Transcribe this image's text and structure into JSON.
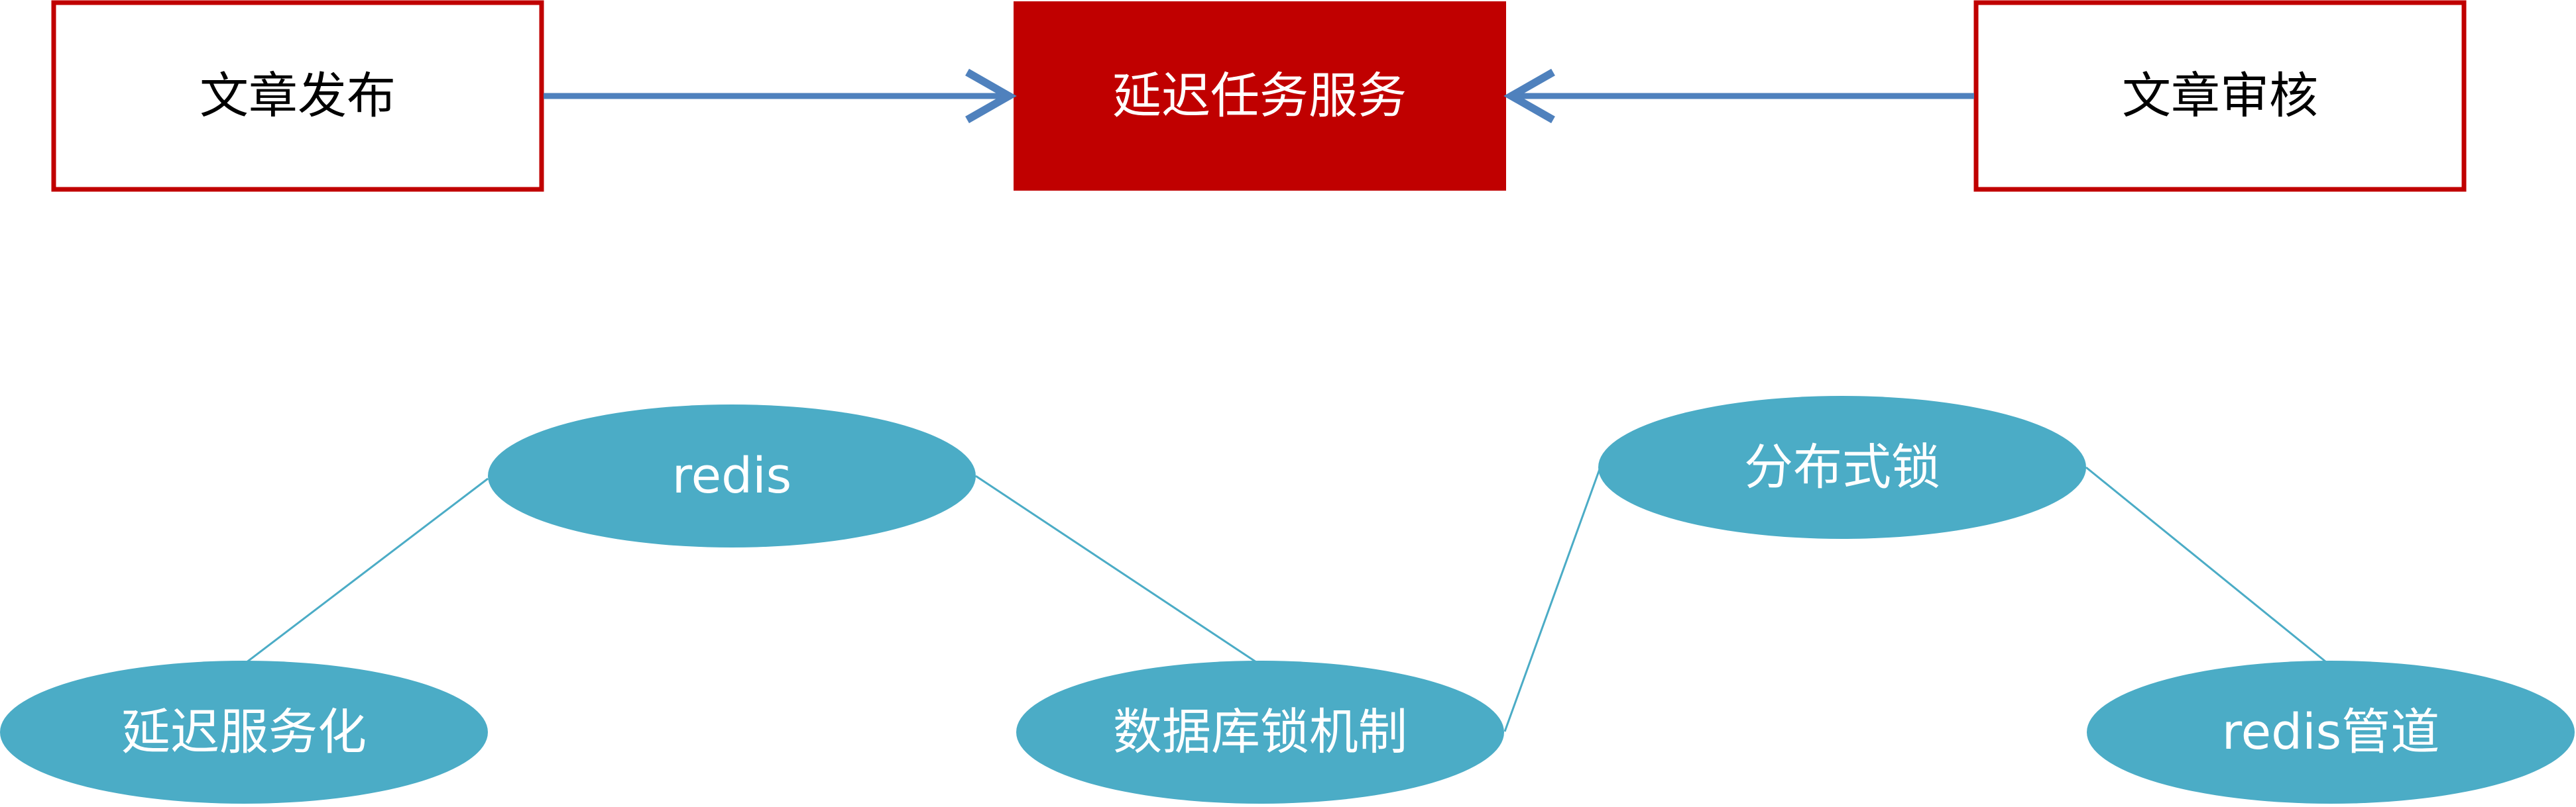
{
  "boxes": {
    "publish": "文章发布",
    "delay_service": "延迟任务服务",
    "review": "文章审核"
  },
  "nodes": {
    "redis": "redis",
    "delay_servicize": "延迟服务化",
    "db_lock": "数据库锁机制",
    "distributed_lock": "分布式锁",
    "redis_pipeline": "redis管道"
  },
  "colors": {
    "box_border": "#C00000",
    "box_fill_center": "#C00000",
    "arrow": "#4F81BD",
    "ellipse": "#4BACC6"
  }
}
